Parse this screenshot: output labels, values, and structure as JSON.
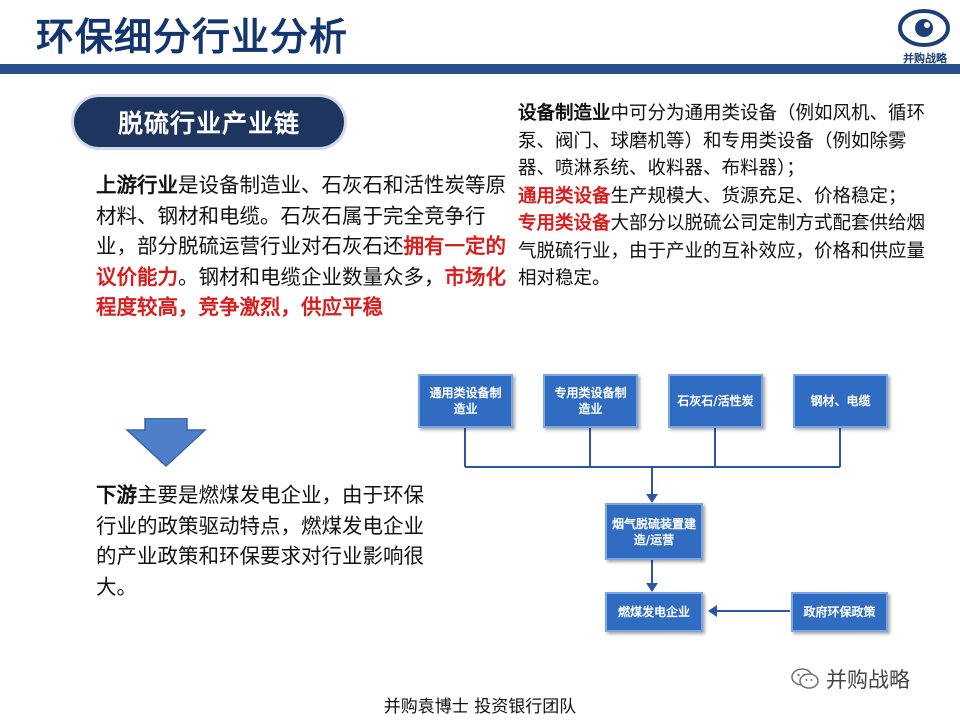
{
  "header": {
    "title": "环保细分行业分析",
    "logo_text": "并购战略"
  },
  "section_pill": "脱硫行业产业链",
  "upstream": {
    "term": "上游行业",
    "text1": "是设备制造业、石灰石和活性炭等原材料、钢材和电缆。石灰石属于完全竞争行业，部分脱硫运营行业对石灰石还",
    "red1": "拥有一定的议价能力",
    "text2": "。钢材和电缆企业数量众多，",
    "red2": "市场化程度较高，竞争激烈，供应平稳"
  },
  "downstream": {
    "term": "下游",
    "text": "主要是燃煤发电企业，由于环保行业的政策驱动特点，燃煤发电企业的产业政策和环保要求对行业影响很大。"
  },
  "right_text": {
    "term": "设备制造业",
    "text1": "中可分为通用类设备（例如风机、循环泵、阀门、球磨机等）和专用类设备（例如除雾器、喷淋系统、收料器、布料器）；",
    "red1": "通用类设备",
    "text2": "生产规模大、货源充足、价格稳定；",
    "red2": "专用类设备",
    "text3": "大部分以脱硫公司定制方式配套供给烟气脱硫行业，由于产业的互补效应，价格和供应量相对稳定。"
  },
  "diagram": {
    "boxes": {
      "general_equipment": "通用类设备制造业",
      "special_equipment": "专用类设备制造业",
      "limestone": "石灰石/活性炭",
      "steel_cable": "钢材、电缆",
      "fgd_construction": "烟气脱硫装置建造/运营",
      "coal_power": "燃煤发电企业",
      "gov_policy": "政府环保政策"
    },
    "line_color": "#2b55a8",
    "box_color": "#2f6cc2"
  },
  "footer": "并购袁博士 投资银行团队",
  "watermark": "并购战略"
}
